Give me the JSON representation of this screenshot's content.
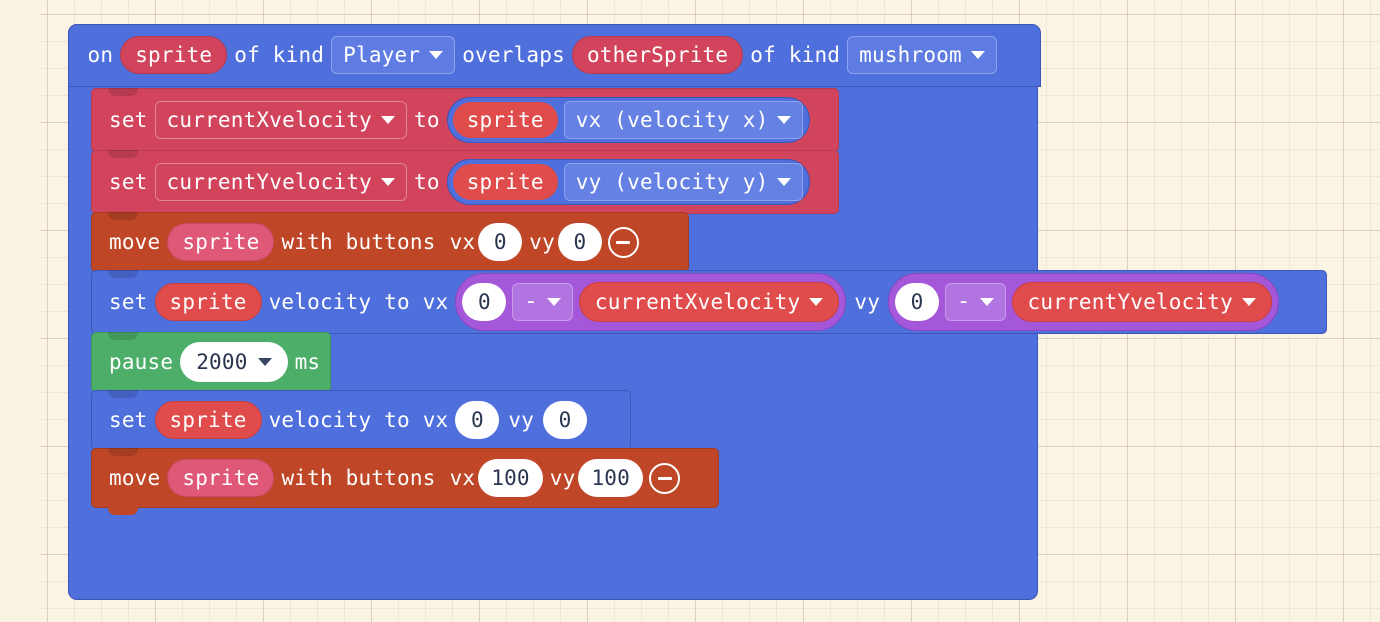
{
  "workspace": {
    "background_color": "#fbf3e4",
    "grid_color": "#b4a58c"
  },
  "event_block": {
    "color": "#4f6fdd",
    "parts": {
      "on": "on",
      "sprite": "sprite",
      "of_kind_1": "of kind",
      "kind_1_value": "Player",
      "overlaps": "overlaps",
      "other_sprite": "otherSprite",
      "of_kind_2": "of kind",
      "kind_2_value": "mushroom"
    }
  },
  "statements": [
    {
      "name": "set-currentXvelocity",
      "color": "#d2445c",
      "set_label": "set",
      "variable": "currentXvelocity",
      "to_label": "to",
      "value_sprite": "sprite",
      "value_property": "vx (velocity x)"
    },
    {
      "name": "set-currentYvelocity",
      "color": "#d2445c",
      "set_label": "set",
      "variable": "currentYvelocity",
      "to_label": "to",
      "value_sprite": "sprite",
      "value_property": "vy (velocity y)"
    },
    {
      "name": "move-with-buttons-zero",
      "color": "#bf4626",
      "move_label": "move",
      "sprite": "sprite",
      "with_buttons_label": "with buttons",
      "vx_label": "vx",
      "vx_value": "0",
      "vy_label": "vy",
      "vy_value": "0",
      "remove_icon": "minus-circle-icon"
    },
    {
      "name": "set-velocity-negated",
      "color": "#4f6fdd",
      "set_label": "set",
      "sprite": "sprite",
      "velocity_label": "velocity to vx",
      "vx_operand_left": "0",
      "vx_operator": "-",
      "vx_operand_right": "currentXvelocity",
      "vy_label": "vy",
      "vy_operand_left": "0",
      "vy_operator": "-",
      "vy_operand_right": "currentYvelocity"
    },
    {
      "name": "pause",
      "color": "#4cae69",
      "pause_label": "pause",
      "duration": "2000",
      "unit_label": "ms"
    },
    {
      "name": "set-velocity-zero",
      "color": "#4f6fdd",
      "set_label": "set",
      "sprite": "sprite",
      "velocity_label": "velocity to vx",
      "vx_value": "0",
      "vy_label": "vy",
      "vy_value": "0"
    },
    {
      "name": "move-with-buttons-hundred",
      "color": "#bf4626",
      "move_label": "move",
      "sprite": "sprite",
      "with_buttons_label": "with buttons",
      "vx_label": "vx",
      "vx_value": "100",
      "vy_label": "vy",
      "vy_value": "100",
      "remove_icon": "minus-circle-icon"
    }
  ]
}
